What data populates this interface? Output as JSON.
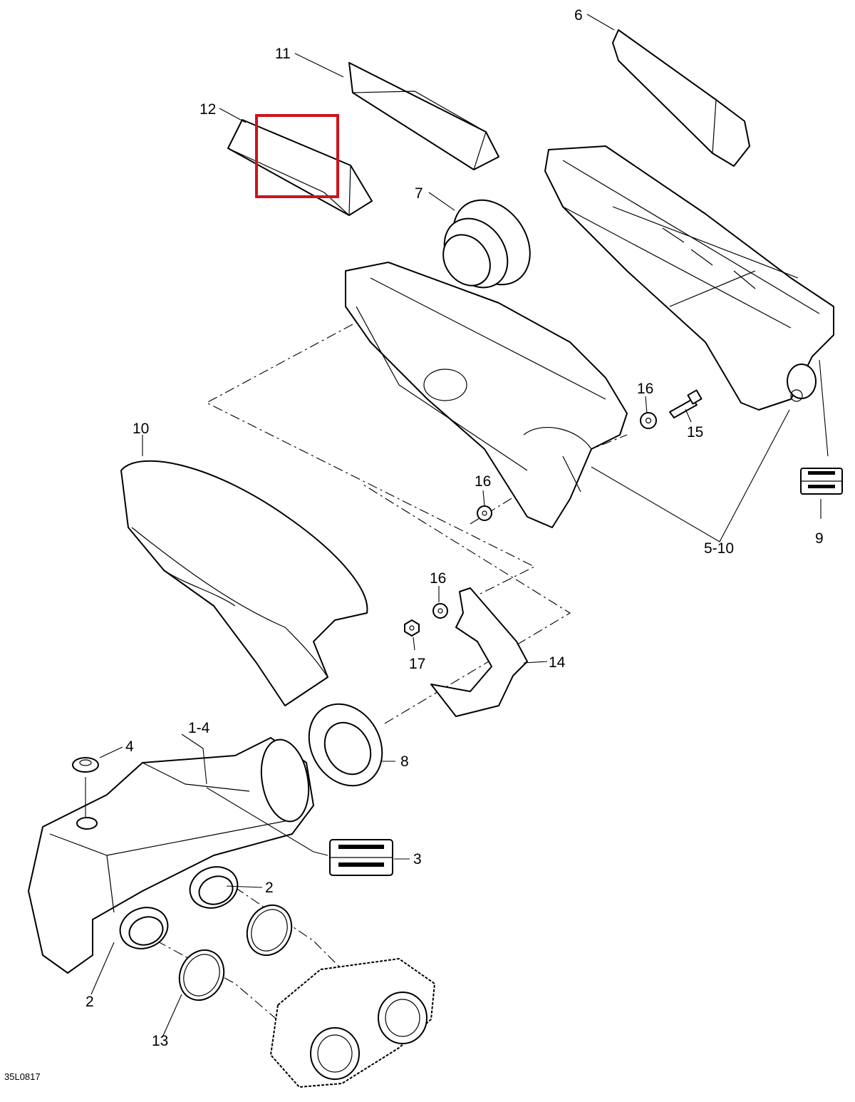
{
  "diagram": {
    "code": "35L0817",
    "callouts": {
      "p1_4": "1-4",
      "p2a": "2",
      "p2b": "2",
      "p3": "3",
      "p4": "4",
      "p5_10": "5-10",
      "p6": "6",
      "p7": "7",
      "p8": "8",
      "p9": "9",
      "p10": "10",
      "p11": "11",
      "p12": "12",
      "p13": "13",
      "p14": "14",
      "p15": "15",
      "p16a": "16",
      "p16b": "16",
      "p16c": "16",
      "p17": "17"
    },
    "highlight_color": "#d0121b"
  }
}
